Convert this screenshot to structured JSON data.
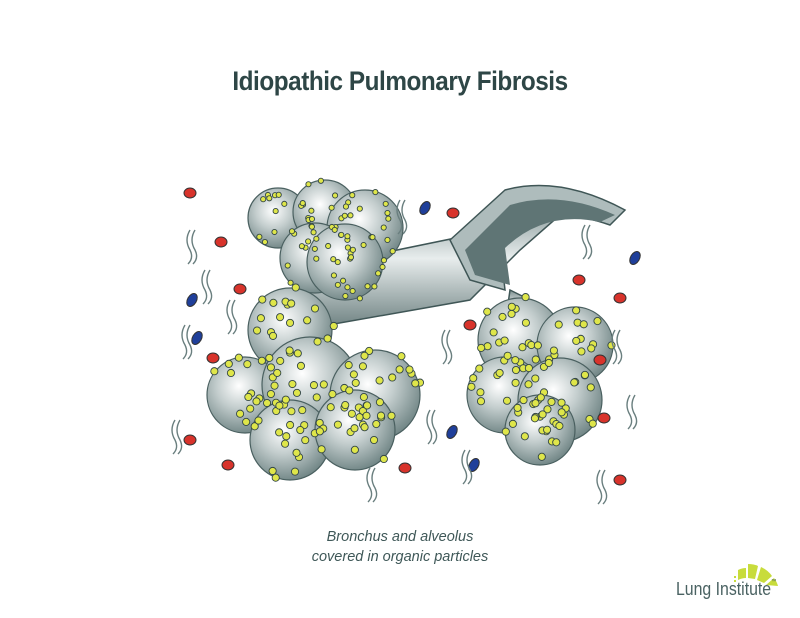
{
  "title": "Idiopathic Pulmonary Fibrosis",
  "caption": {
    "line1": "Bronchus and alveolus",
    "line2": "covered in organic particles"
  },
  "logo": {
    "name": "Lung Institute",
    "tm": "™"
  },
  "colors": {
    "title": "#2e4646",
    "particle": "#dfe64a",
    "red_cell": "#d8332b",
    "blue_cell": "#1f3f9a",
    "tissue": "#8a9c9c",
    "logo_accent": "#c8dc3c"
  }
}
